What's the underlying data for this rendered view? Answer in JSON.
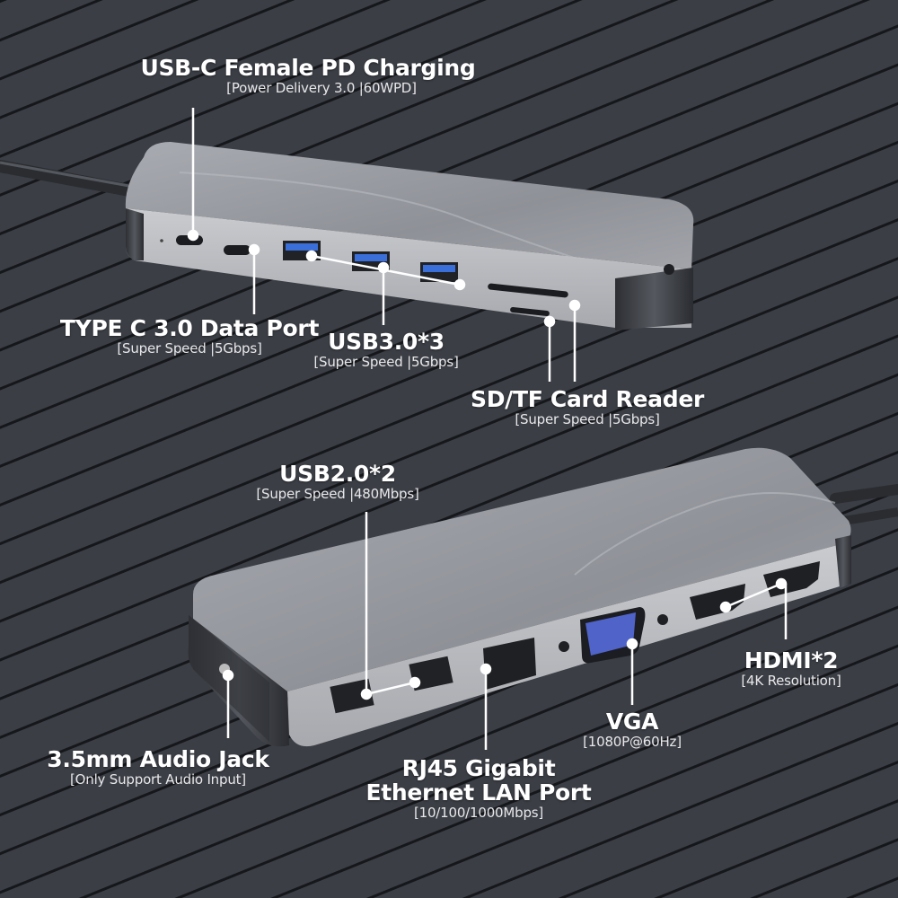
{
  "colors": {
    "background": "#3a3d44",
    "stripe": "#16181c",
    "hub_top": "#9a9ca3",
    "hub_front": "#b9bbc0",
    "usb3_blue": "#3a6ed8",
    "vga_blue": "#4f63c9",
    "callout": "#ffffff"
  },
  "top_hub": {
    "labels": [
      {
        "id": "usb_c_pd",
        "title": "USB-C Female PD Charging",
        "subtitle": "[Power Delivery 3.0 |60WPD]"
      },
      {
        "id": "type_c_data",
        "title": "TYPE C 3.0 Data Port",
        "subtitle": "[Super Speed |5Gbps]"
      },
      {
        "id": "usb3",
        "title": "USB3.0*3",
        "subtitle": "[Super Speed |5Gbps]"
      },
      {
        "id": "card_reader",
        "title": "SD/TF Card Reader",
        "subtitle": "[Super Speed |5Gbps]"
      }
    ]
  },
  "bottom_hub": {
    "labels": [
      {
        "id": "usb2",
        "title": "USB2.0*2",
        "subtitle": "[Super Speed |480Mbps]"
      },
      {
        "id": "hdmi",
        "title": "HDMI*2",
        "subtitle": "[4K Resolution]"
      },
      {
        "id": "vga",
        "title": "VGA",
        "subtitle": "[1080P@60Hz]"
      },
      {
        "id": "audio",
        "title": "3.5mm Audio Jack",
        "subtitle": "[Only Support Audio Input]"
      },
      {
        "id": "rj45",
        "title_line1": "RJ45 Gigabit",
        "title_line2": "Ethernet LAN Port",
        "subtitle": "[10/100/1000Mbps]"
      }
    ]
  }
}
